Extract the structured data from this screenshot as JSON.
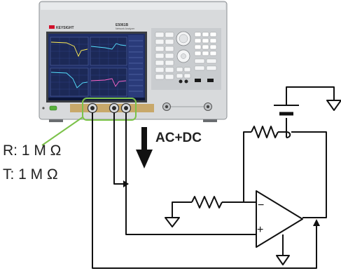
{
  "instrument": {
    "brand": "KEYSIGHT",
    "model": "E5061B",
    "model_subtitle": "Network Analyzer"
  },
  "annotations": {
    "port_impedance_r": "R: 1 M Ω",
    "port_impedance_t": "T: 1 M Ω",
    "coupling_mode": "AC+DC"
  },
  "opamp": {
    "inverting_symbol": "−",
    "noninverting_symbol": "+"
  },
  "colors": {
    "instrument_body": "#d8dadc",
    "screen_background": "#1f2e66",
    "brand_red": "#d0102a",
    "callout_green": "#7cc24a",
    "wire": "#111111",
    "port_strip": "#c8a86a"
  }
}
